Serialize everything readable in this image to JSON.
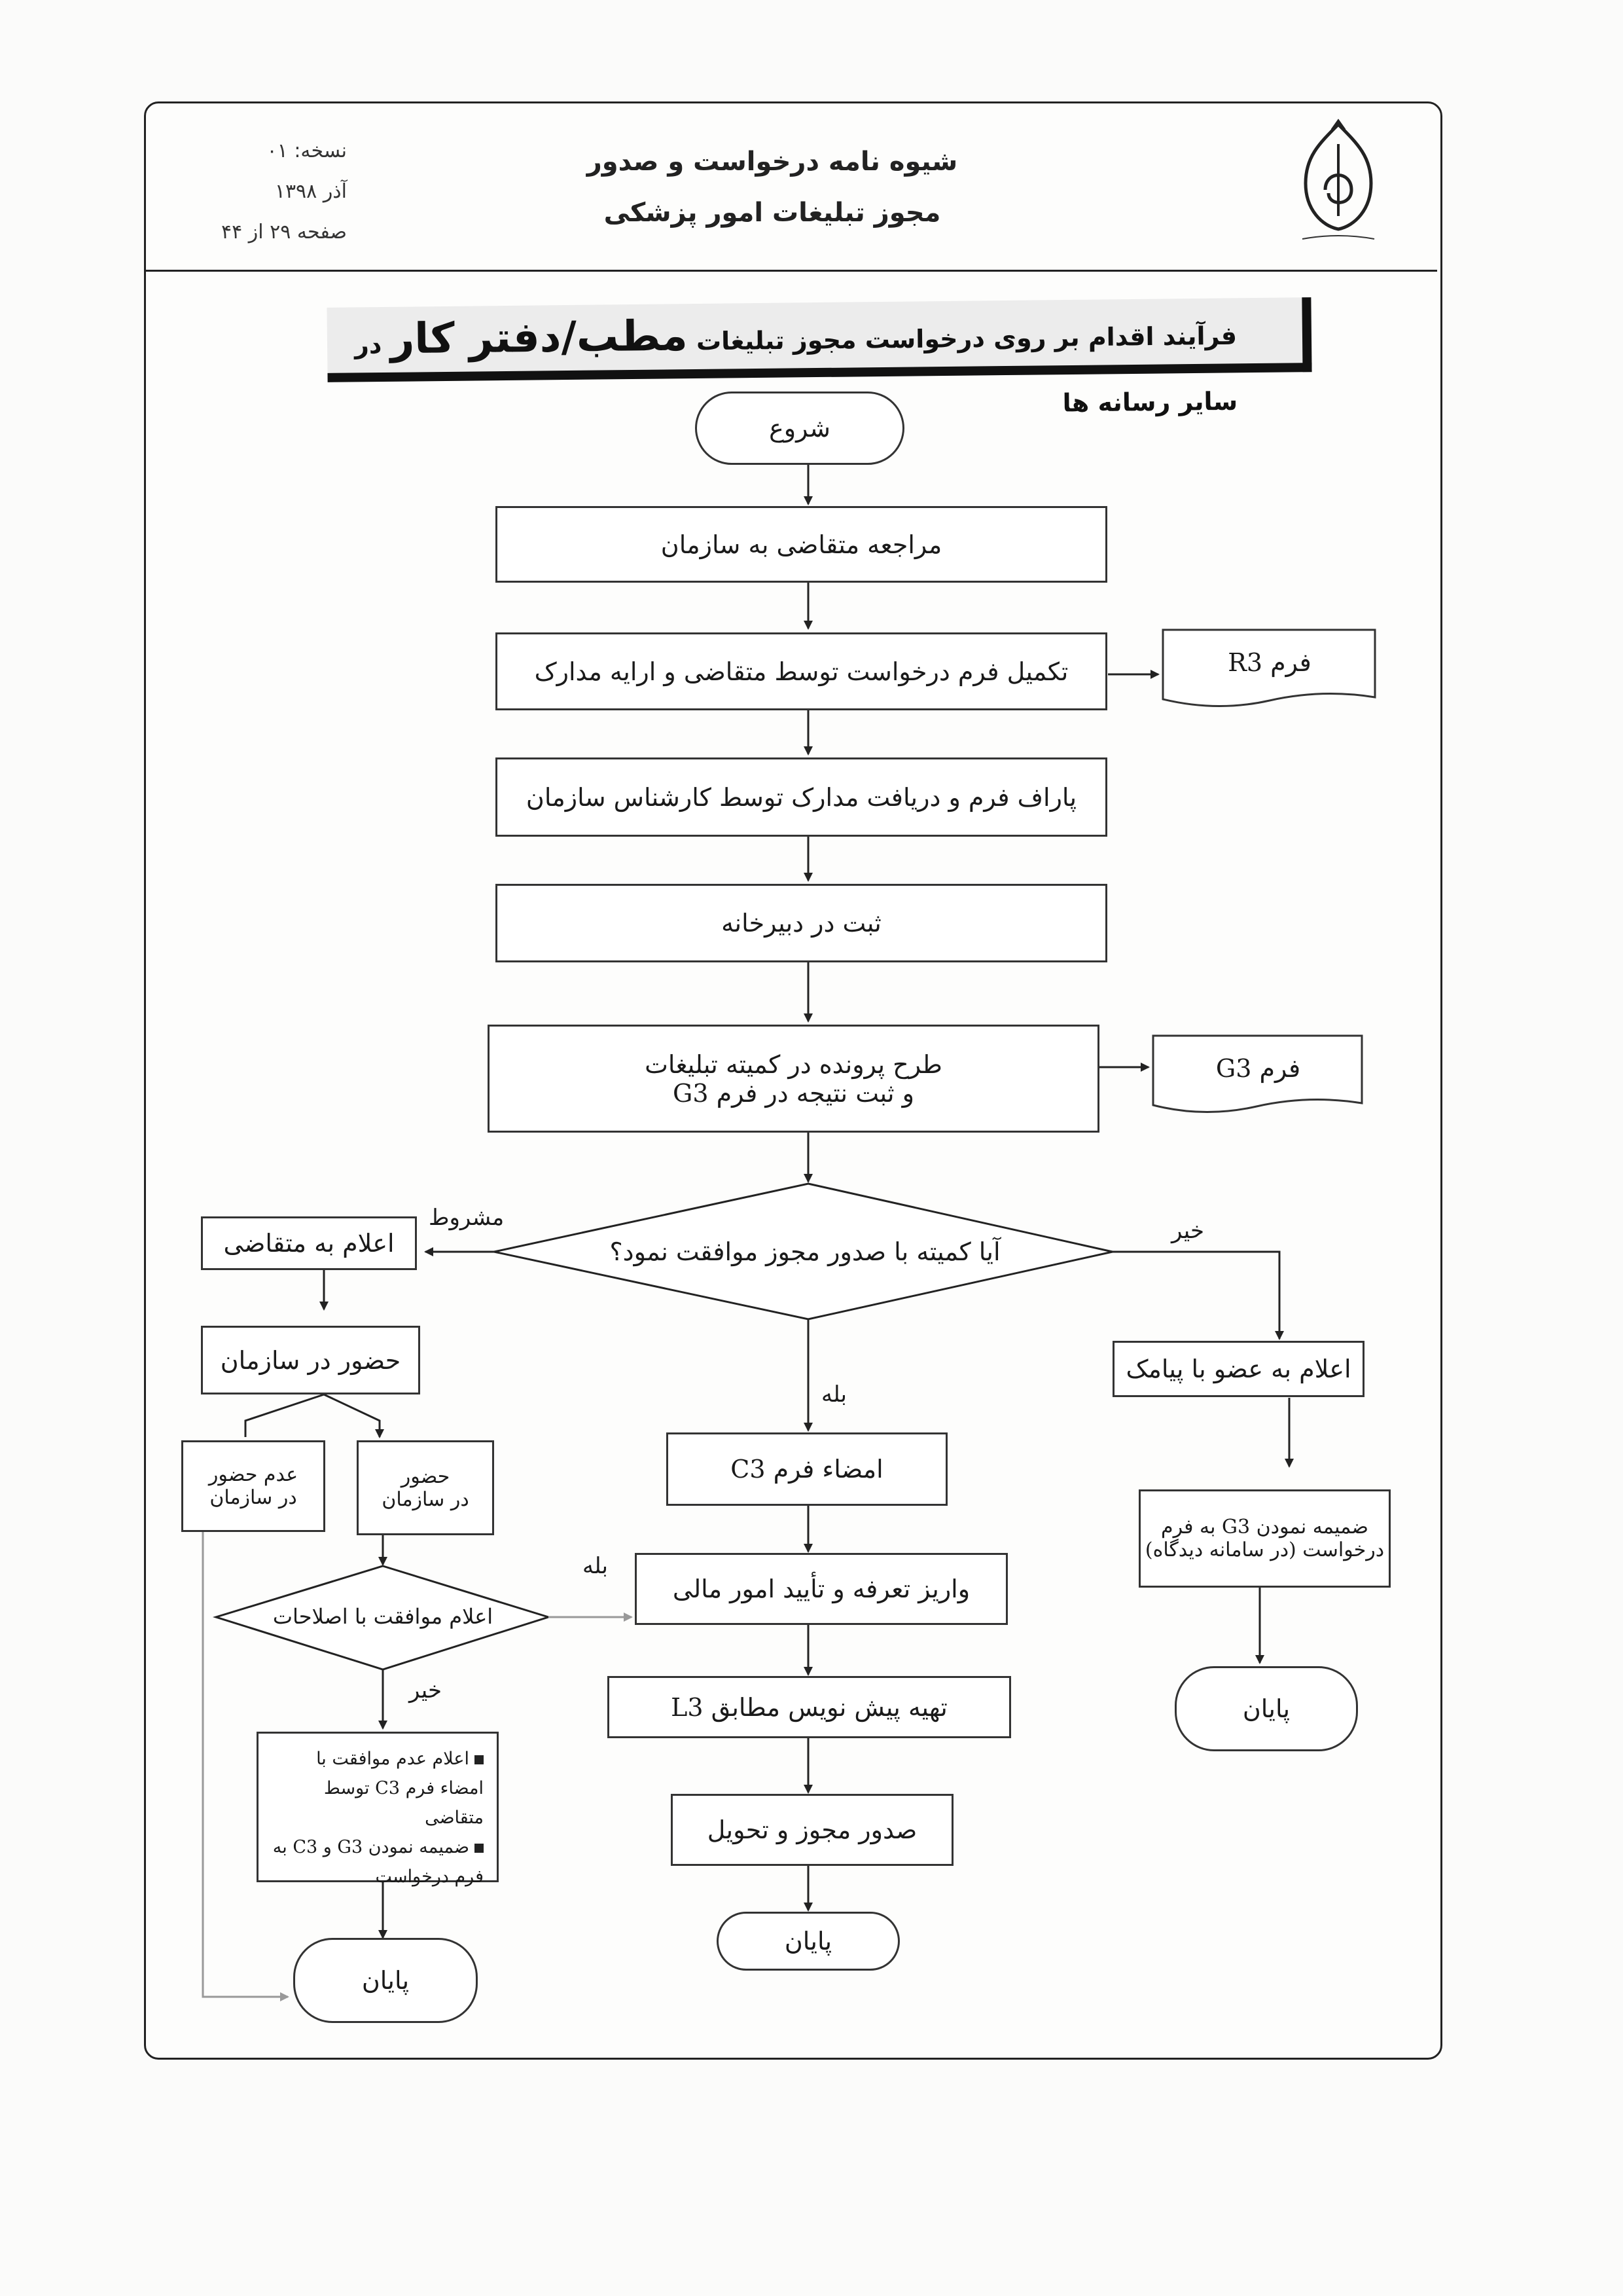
{
  "header": {
    "version": "نسخه: ۰۱",
    "date": "آذر ۱۳۹۸",
    "page": "صفحه ۲۹ از ۴۴",
    "title_line1": "شیوه نامه درخواست و صدور",
    "title_line2": "مجوز تبلیغات امور پزشکی"
  },
  "banner": {
    "prefix": "فرآیند اقدام بر روی درخواست مجوز تبلیغات",
    "emphasis": "مطب/دفتر کار",
    "suffix": "در سایر رسانه ها"
  },
  "flow": {
    "start": "شروع",
    "step1": "مراجعه متقاضی به سازمان",
    "step2": "تکمیل فرم درخواست توسط متقاضی و ارایه مدارک",
    "form_r3": "فرم R3",
    "step3": "پاراف فرم و دریافت مدارک  توسط کارشناس سازمان",
    "step4": "ثبت در دبیرخانه",
    "step5_line1": "طرح پرونده در کمیته تبلیغات",
    "step5_line2": "و ثبت نتیجه در فرم G3",
    "form_g3": "فرم G3",
    "decision": "آیا کمیته با صدور مجوز موافقت نمود؟",
    "label_conditional": "مشروط",
    "label_no": "خیر",
    "label_yes": "بله",
    "cond_notify": "اعلام به متقاضی",
    "cond_attend": "حضور در سازمان",
    "no_attend_line1": "عدم حضور",
    "no_attend_line2": "در سازمان",
    "attend_line1": "حضور",
    "attend_line2": "در سازمان",
    "decision2": "اعلام موافقت با اصلاحات",
    "label_yes2": "بله",
    "label_no2": "خیر",
    "note1": "اعلام عدم موافقت با امضاء فرم C3 توسط متقاضی",
    "note2": "ضمیمه نمودن G3 و C3 به فرم درخواست",
    "end_left": "پایان",
    "yes_sign": "امضاء فرم C3",
    "yes_pay": "واریز تعرفه و تأیید امور مالی",
    "yes_draft": "تهیه پیش نویس مطابق L3",
    "yes_issue": "صدور مجوز و تحویل",
    "end_center": "پایان",
    "no_sms": "اعلام به عضو با پیامک",
    "no_attach_line1": "ضمیمه نمودن G3 به فرم",
    "no_attach_line2": "درخواست (در سامانه دیدگاه)",
    "end_right": "پایان"
  }
}
